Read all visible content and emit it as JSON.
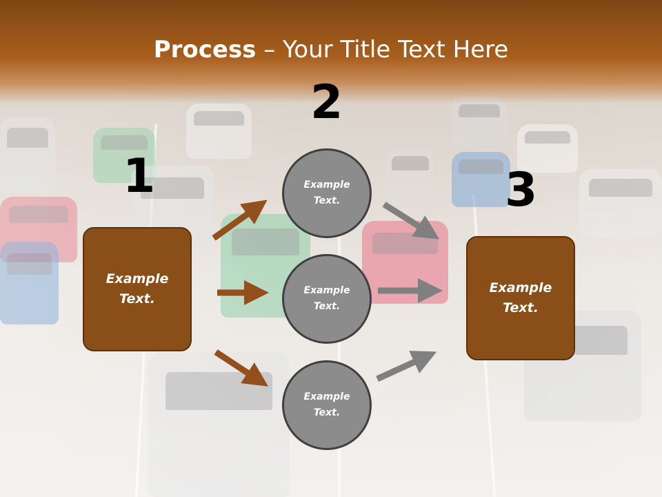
{
  "title": {
    "bold": "Process",
    "rest": " – Your Title Text Here"
  },
  "numbers": [
    "1",
    "2",
    "3"
  ],
  "boxes": {
    "left": "Example Text.",
    "right": "Example Text."
  },
  "circles": [
    "Example Text.",
    "Example Text.",
    "Example Text."
  ],
  "colors": {
    "brown": "#8a4e18",
    "brown_dark": "#5a300c",
    "gray": "#8c8c8c",
    "gray_dark": "#3f3f3f",
    "arrow_brown": "#93501c",
    "arrow_gray": "#808080"
  },
  "icons": [
    "arrow-right-icon"
  ]
}
